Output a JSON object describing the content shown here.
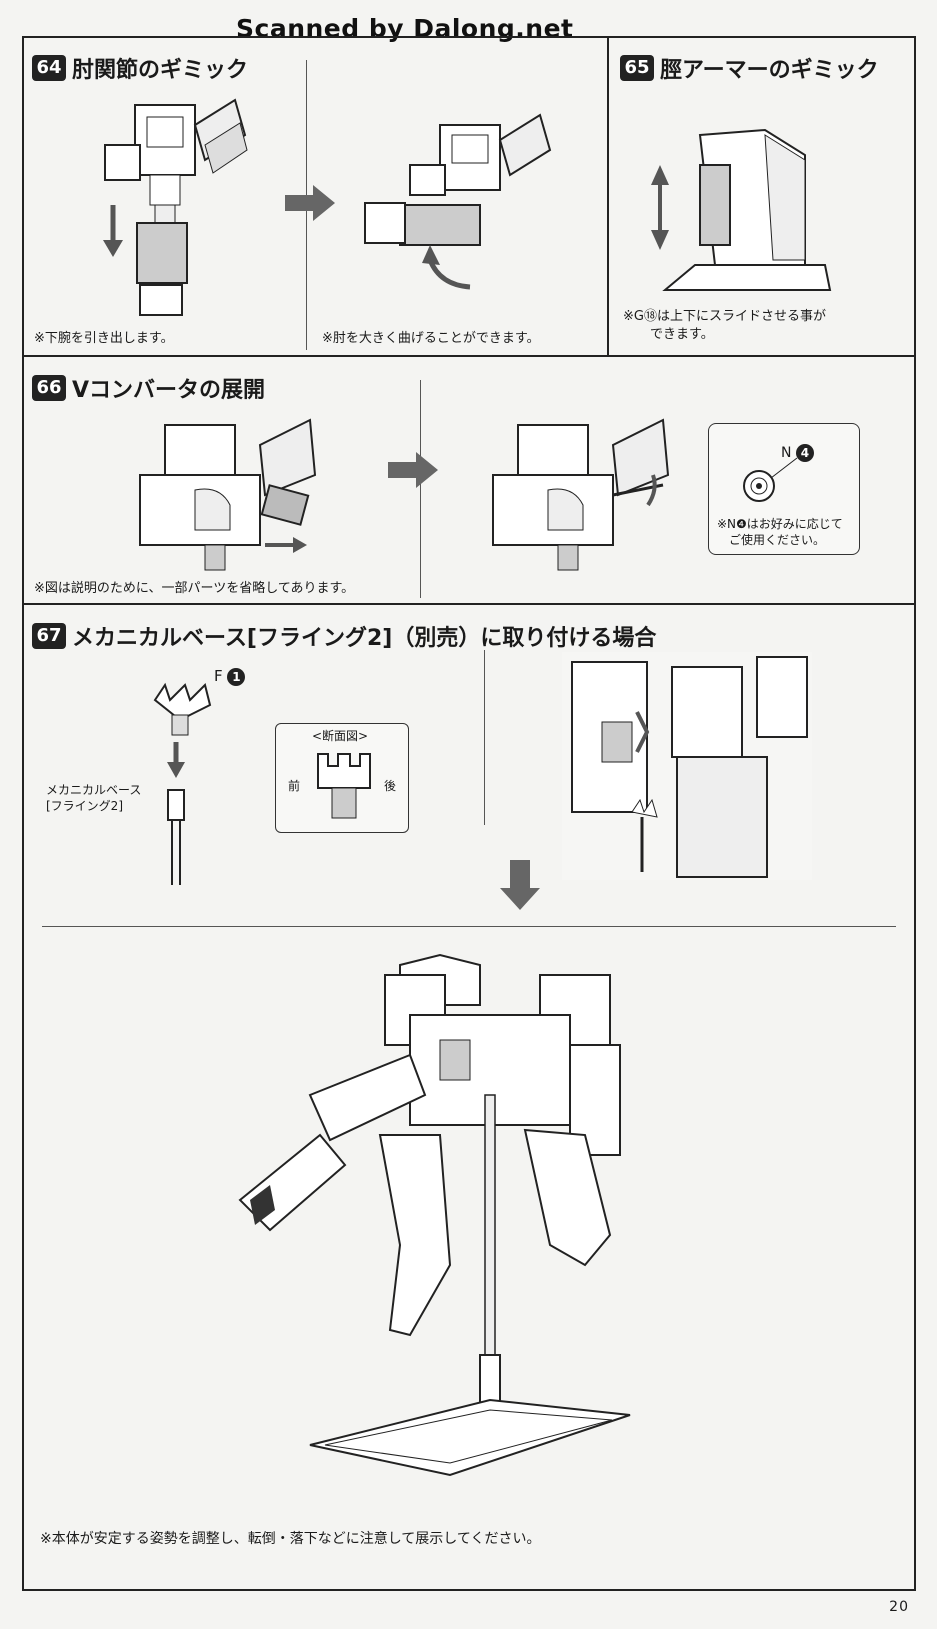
{
  "watermark": "Scanned by Dalong.net",
  "steps": [
    {
      "number": "64",
      "title": "肘関節のギミック",
      "notes": [
        "※下腕を引き出します。",
        "※肘を大きく曲げることができます。"
      ]
    },
    {
      "number": "65",
      "title": "脛アーマーのギミック",
      "notes": [
        "※G⑱は上下にスライドさせる事が",
        "できます。"
      ]
    },
    {
      "number": "66",
      "title": "Vコンバータの展開",
      "notes": [
        "※図は説明のために、一部パーツを省略してあります。"
      ],
      "callout": {
        "part_letter": "N",
        "part_number": "4",
        "note_lines": [
          "※N❹はお好みに応じて",
          "ご使用ください。"
        ]
      }
    },
    {
      "number": "67",
      "title": "メカニカルベース[フライング2]（別売）に取り付ける場合",
      "part": {
        "letter": "F",
        "number": "1"
      },
      "base_label": [
        "メカニカルベース",
        "[フライング2]"
      ],
      "section": {
        "title": "<断面図>",
        "front": "前",
        "back": "後"
      },
      "notes": [
        "※本体が安定する姿勢を調整し、転倒・落下などに注意して展示してください。"
      ]
    }
  ],
  "page_number": "20",
  "colors": {
    "ink": "#1a1a1a",
    "arrow": "#555555",
    "paper": "#f4f4f2"
  }
}
